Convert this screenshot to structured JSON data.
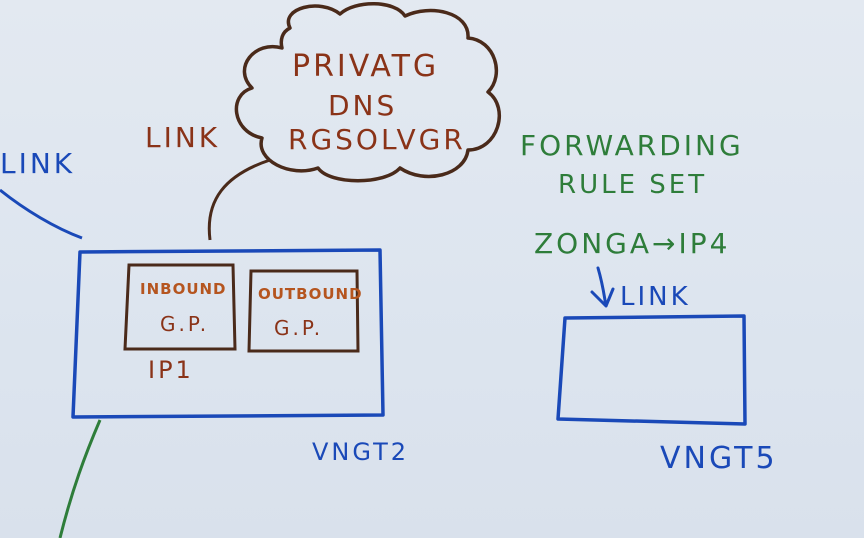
{
  "cloud": {
    "line1": "PRIVATG",
    "line2": "DNS",
    "line3": "RGSOLVGR"
  },
  "labels": {
    "link_brown": "LINK",
    "link_blue": "LINK",
    "forwarding_line1": "FORWARDING",
    "forwarding_line2": "RULE SET",
    "rule": "ZONGA→IP4",
    "link_green": "LINK",
    "vnet_left": "VNGT2",
    "vnet_right": "VNGT5"
  },
  "left_box": {
    "inbound_line1": "INBOUND",
    "inbound_line2": "G.P.",
    "outbound_line1": "OUTBOUND",
    "outbound_line2": "G.P.",
    "ip_label": "IP1"
  },
  "colors": {
    "blue": "#1a49b8",
    "brown": "#8a3318",
    "orange": "#b5551f",
    "green": "#2e7d3a",
    "background": "#e3e9f1"
  }
}
